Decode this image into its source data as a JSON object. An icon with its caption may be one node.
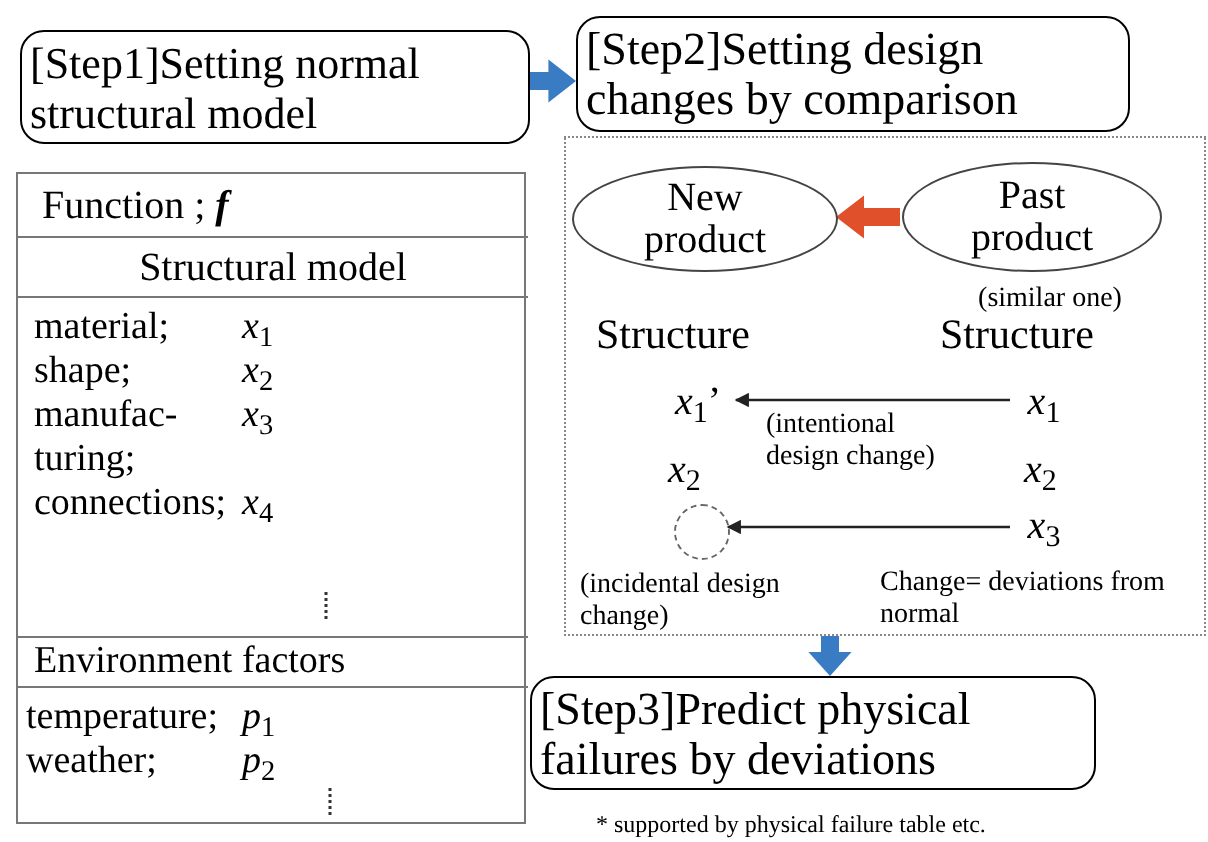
{
  "diagram": {
    "nodes": [
      {
        "text": [
          "[Step1]Setting normal structural model"
        ]
      },
      {
        "text": [
          "[Step2]Setting design changes by comparison"
        ]
      },
      {
        "text": [],
        "shape": "box"
      },
      {
        "text": [
          "Function ; **f**"
        ],
        "in": 2
      },
      {
        "text": [
          "Structural model"
        ],
        "in": 2
      },
      {
        "text": [
          "material;",
          "*x*$_{1}$",
          "shape;",
          "*x*$_{2}$",
          "manufac- turing;",
          "*x*$_{3}$",
          "connections;",
          "*x*$_{4}$"
        ],
        "in": 2
      },
      {
        "text": [
          "Environment factors"
        ],
        "in": 2
      },
      {
        "text": [
          "temperature;",
          "*p*$_{1}$",
          "weather;",
          "*p*$_{2}$"
        ],
        "in": 2
      },
      {
        "text": [],
        "shape": "box"
      },
      {
        "text": [
          "New product"
        ],
        "in": 8
      },
      {
        "text": [
          "Past product"
        ],
        "in": 8,
        "beside": [
          "(similar one)"
        ]
      },
      {
        "text": [
          "*x*$_{1}$’"
        ],
        "in": 8
      },
      {
        "text": [
          "*x*$_{1}$"
        ],
        "in": 8
      },
      {
        "text": [
          "*x*$_{3}$"
        ],
        "in": 8
      },
      {
        "text": [],
        "shape": "circle",
        "in": 8,
        "beside": [
          "(incidental design change)"
        ]
      },
      {
        "text": [
          "[Step3]Predict physical failures by deviations"
        ],
        "beside": [
          "* supported by physical failure table etc."
        ]
      }
    ],
    "edges": [
      {
        "from": 0,
        "to": 1,
        "arrow": "to",
        "style": "thick",
        "color": "#3a7cc3"
      },
      {
        "from": 10,
        "to": 9,
        "arrow": "to",
        "style": "thick",
        "color": "#e0502a"
      },
      {
        "from": 12,
        "to": 11,
        "arrow": "to",
        "label": "(intentional design change)",
        "color": "#222222"
      },
      {
        "from": 13,
        "to": 14,
        "arrow": "to",
        "color": "#222222"
      },
      {
        "from": 8,
        "to": 15,
        "arrow": "to",
        "style": "thick",
        "color": "#3a7cc3"
      }
    ],
    "labels": [
      "Structure",
      "Structure",
      "*x*$_{2}$",
      "*x*$_{2}$",
      "Change= deviations from normal"
    ]
  }
}
